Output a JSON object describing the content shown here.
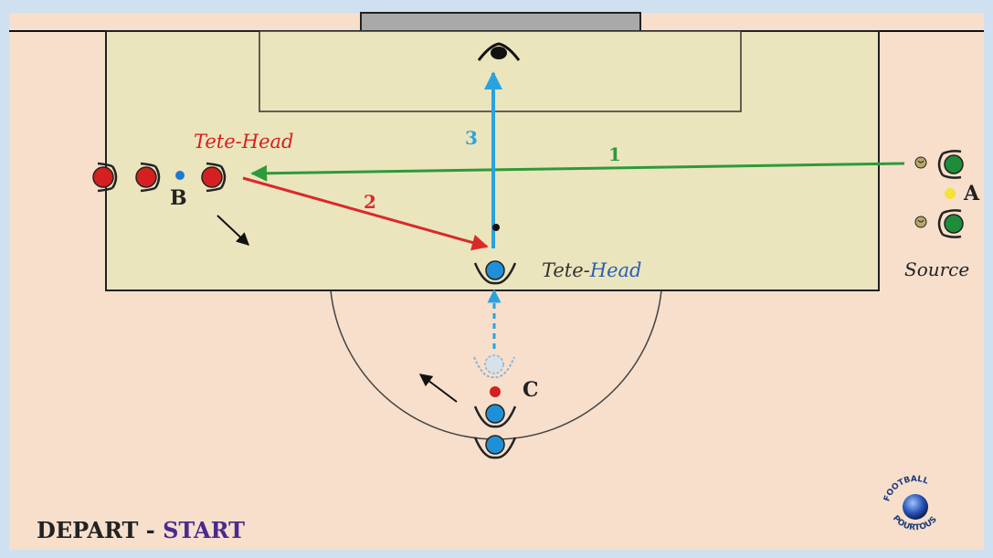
{
  "colors": {
    "pitch": "#f7dfcc",
    "box": "#ebe5bd",
    "red_team": "#d42020",
    "blue_team": "#1f90d8",
    "green_team": "#1e8c3a",
    "pass_1": "#2e9a3a",
    "pass_2": "#d92a2a",
    "pass_3": "#29a3e0",
    "start_text": "#4b2a8c"
  },
  "labels": {
    "arrow_1": "1",
    "arrow_2": "2",
    "arrow_3": "3",
    "group_a": "A",
    "group_b": "B",
    "group_c": "C",
    "red_head_part1": "Tete-",
    "red_head_part2": "Head",
    "blue_head_part1": "Tete-",
    "blue_head_part2": "Head",
    "source": "Source",
    "footer_part1": "DEPART - ",
    "footer_part2": "START",
    "logo_top": "FOOTBALL",
    "logo_bottom": "POURTOUS"
  },
  "icons": {
    "goal": "goal-rect",
    "goalkeeper": "goalkeeper-icon",
    "ball": "ball-icon",
    "cone": "cone-dot-icon",
    "logo": "football-pour-tous-logo"
  }
}
